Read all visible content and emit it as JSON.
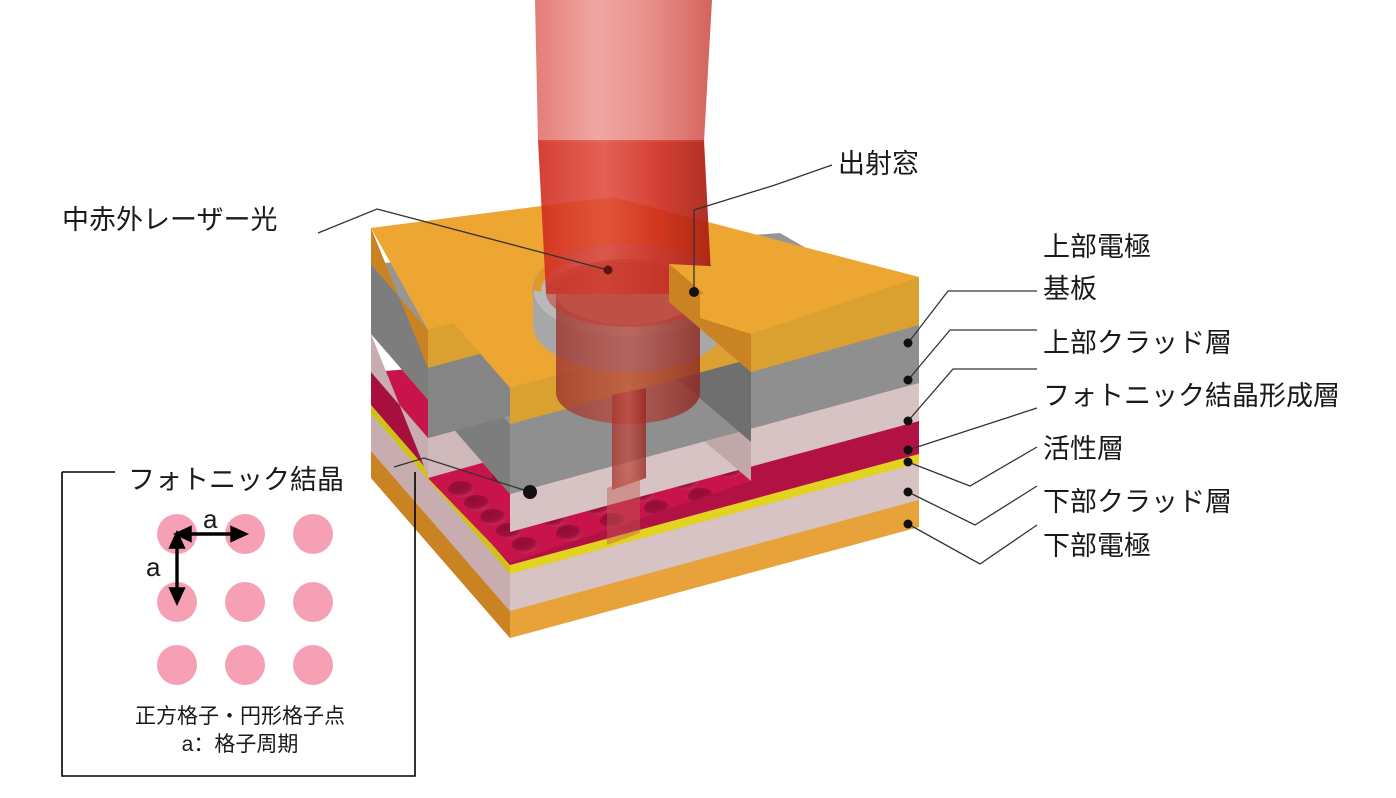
{
  "figure": {
    "type": "diagram",
    "subject": "photonic-crystal-surface-emitting-mid-infrared-laser",
    "background_color": "#ffffff"
  },
  "callouts": {
    "mid_ir_laser": "中赤外レーザー光",
    "emission_window": "出射窓"
  },
  "layer_labels": [
    {
      "id": "top-electrode",
      "label": "上部電極",
      "color": "#e89a2a"
    },
    {
      "id": "substrate",
      "label": "基板",
      "color": "#8a8a8a"
    },
    {
      "id": "upper-clad",
      "label": "上部クラッド層",
      "color": "#d3bcbe"
    },
    {
      "id": "photonic-crystal",
      "label": "フォトニック結晶形成層",
      "color": "#c8134b"
    },
    {
      "id": "active-layer",
      "label": "活性層",
      "color": "#e2d320"
    },
    {
      "id": "lower-clad",
      "label": "下部クラッド層",
      "color": "#d3bcbe"
    },
    {
      "id": "bottom-electrode",
      "label": "下部電極",
      "color": "#e89a2a"
    }
  ],
  "inset": {
    "title": "フォトニック結晶",
    "caption_line1": "正方格子・円形格子点",
    "caption_line2": "a：格子周期",
    "lattice": {
      "rows": 3,
      "cols": 3,
      "dot_color": "#f5a0b4",
      "dot_radius": 15,
      "spacing_label": "a",
      "arrow_labels": [
        "a",
        "a"
      ]
    }
  },
  "beam": {
    "color_light": "#e4625c",
    "color_dark": "#cf2318",
    "description": "red laser beam cylinder"
  },
  "colors": {
    "top_electrode": "#eda12d",
    "top_electrode_side": "#d98f21",
    "substrate": "#8c8c8c",
    "clad": "#d3bcbe",
    "photonic_crystal": "#c8134b",
    "active_layer": "#e2d320",
    "bottom_electrode": "#e09a2e",
    "leader_line": "#333333"
  }
}
